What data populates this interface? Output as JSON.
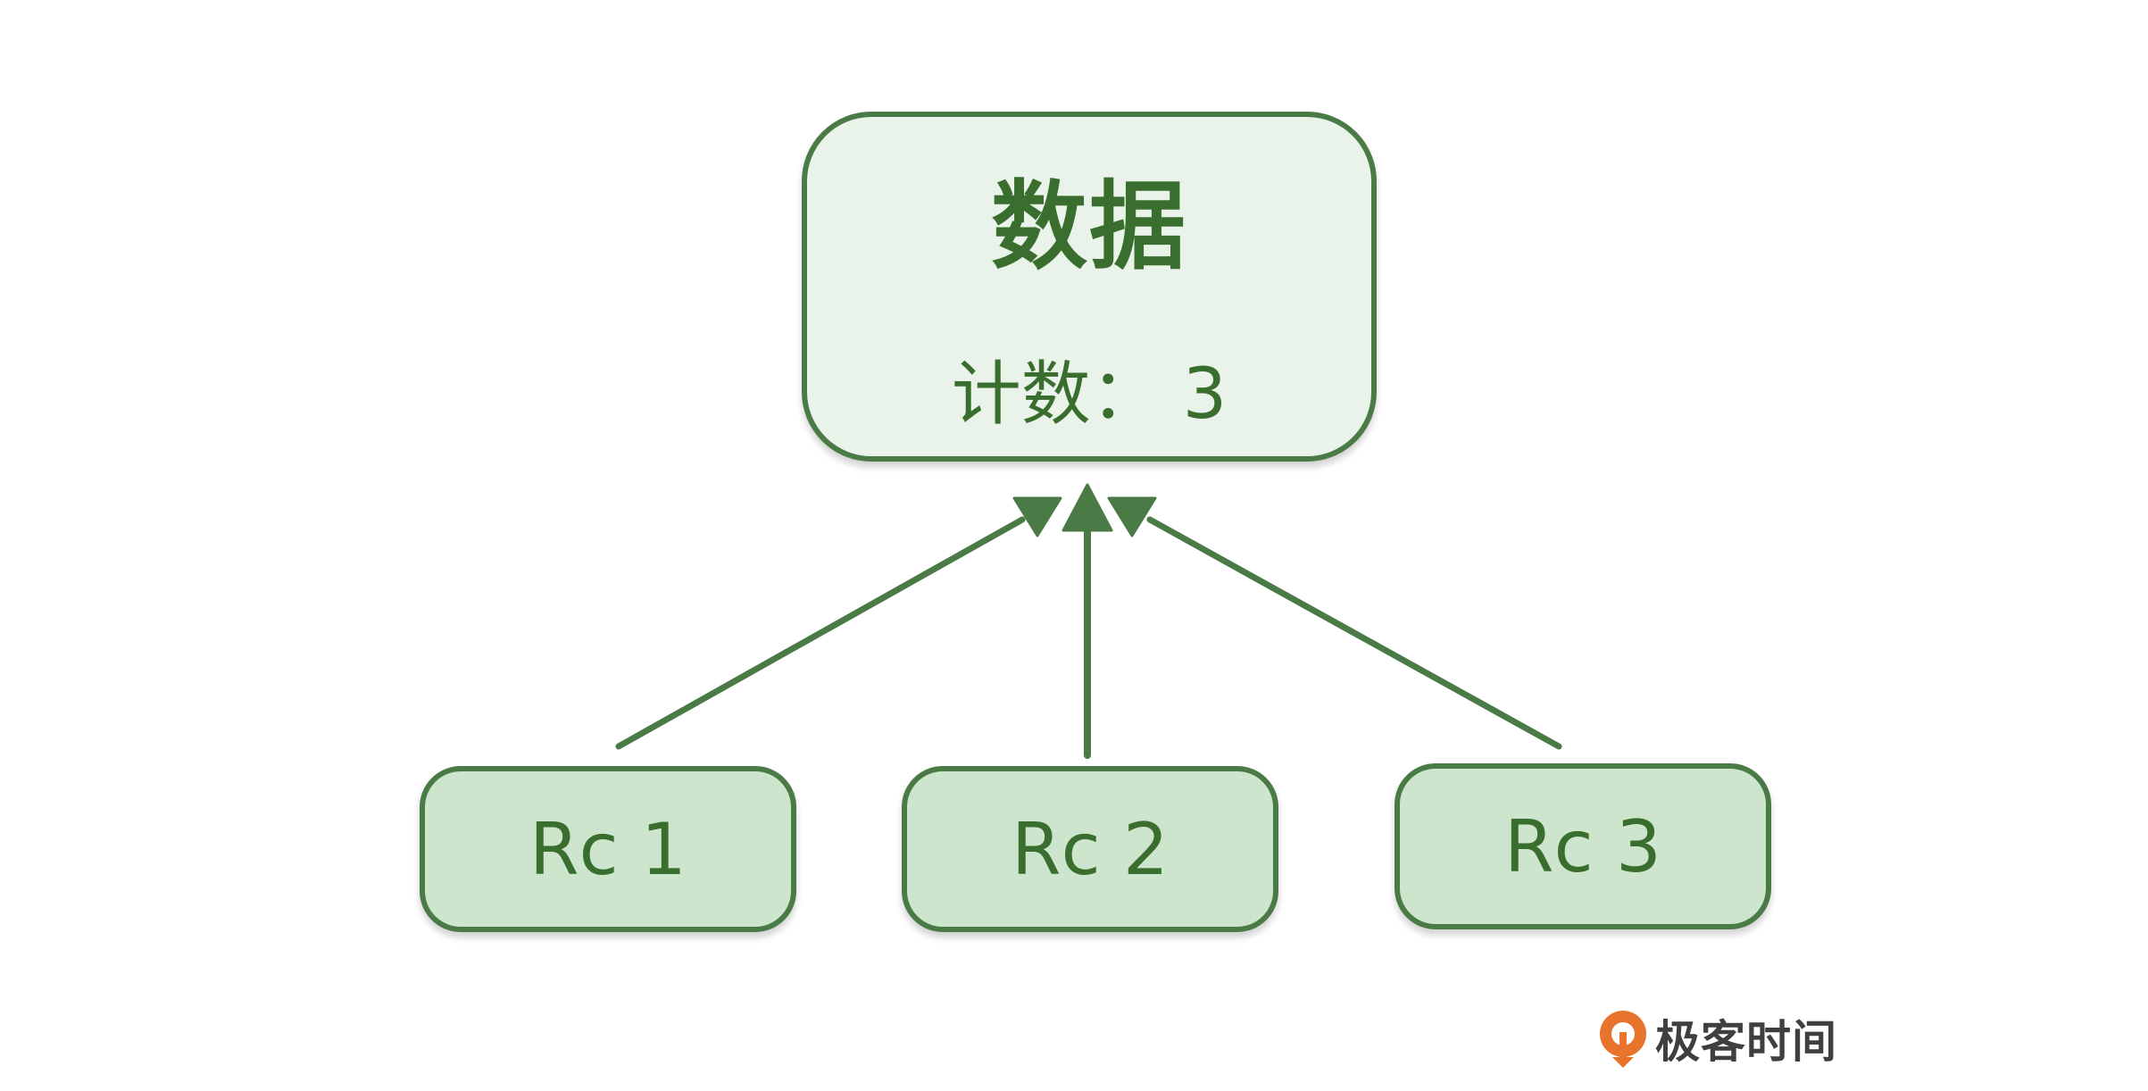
{
  "data_node": {
    "title": "数据",
    "count_text": "计数： 3"
  },
  "rc_nodes": [
    {
      "label": "Rc 1"
    },
    {
      "label": "Rc 2"
    },
    {
      "label": "Rc 3"
    }
  ],
  "brand": {
    "name": "极客时间",
    "logo_icon": "geektime-logo-icon"
  },
  "colors": {
    "stroke": "#4a7a45",
    "text": "#3a6e2e",
    "data_fill": "#eaf3e9",
    "rc_fill": "#cde5cc",
    "brand_orange": "#e8732c"
  }
}
